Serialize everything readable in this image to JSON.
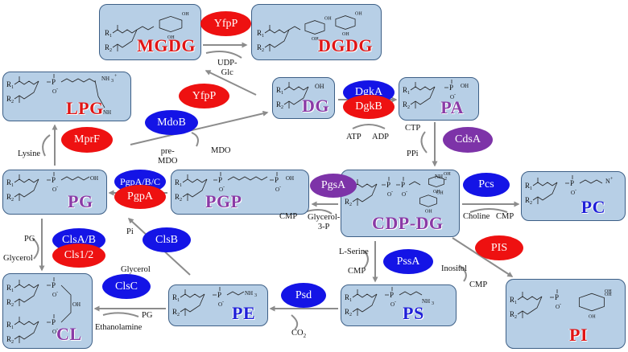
{
  "colors": {
    "box_fill": "#b7cfe6",
    "box_border": "#3d5f86",
    "red_enzyme": "#ee1111",
    "blue_enzyme": "#1414e6",
    "purple_enzyme": "#7d33a8",
    "arrow": "#8c8c8c",
    "red_label": "#e01515",
    "blue_label": "#1f1fd8",
    "purple_label": "#8a3aa6"
  },
  "lipids": {
    "mgdg": "MGDG",
    "dgdg": "DGDG",
    "lpg": "LPG",
    "dg": "DG",
    "pa": "PA",
    "pg": "PG",
    "pgp": "PGP",
    "cdpdg": "CDP-DG",
    "pc": "PC",
    "cl": "CL",
    "pe": "PE",
    "ps": "PS",
    "pi": "PI"
  },
  "enzymes": {
    "yfpp_top": "YfpP",
    "yfpp_mid": "YfpP",
    "mdob": "MdoB",
    "dgka": "DgkA",
    "dgkb": "DgkB",
    "mprf": "MprF",
    "cdsa": "CdsA",
    "pgpabc": "PgpA/B/C",
    "pgpa": "PgpA",
    "pgsa": "PgsA",
    "pcs": "Pcs",
    "clsab": "ClsA/B",
    "cls12": "Cls1/2",
    "clsb": "ClsB",
    "pis": "PIS",
    "pssa": "PssA",
    "clsc": "ClsC",
    "psd": "Psd"
  },
  "labels": {
    "udp_glc": "UDP-\nGlc",
    "lysine": "Lysine",
    "pre_mdo": "pre-\nMDO",
    "mdo": "MDO",
    "atp": "ATP",
    "adp": "ADP",
    "ctp": "CTP",
    "ppi": "PPi",
    "cmp_pgsa": "CMP",
    "glycerol_3p": "Glycerol-\n3-P",
    "pi_phosphate": "Pi",
    "choline": "Choline",
    "cmp_pcs": "CMP",
    "pg_in": "PG",
    "glycerol_out": "Glycerol",
    "glycerol_clsb": "Glycerol",
    "l_serine": "L-Serine",
    "cmp_pssa": "CMP",
    "inositol": "Inositol",
    "cmp_pis": "CMP",
    "pg_clsc": "PG",
    "ethanolamine": "Ethanolamine",
    "co2": "CO",
    "co2_sub": "2"
  },
  "structure_labels": {
    "r1": "R",
    "r1_sub": "1",
    "r2": "R",
    "r2_sub": "2",
    "p": "P",
    "o_minus": "O",
    "oh": "OH",
    "nh3": "NH",
    "nh3_sub": "3",
    "nh2": "NH",
    "nh2_sub": "2",
    "n": "N",
    "plus": "+",
    "minus": "-"
  }
}
